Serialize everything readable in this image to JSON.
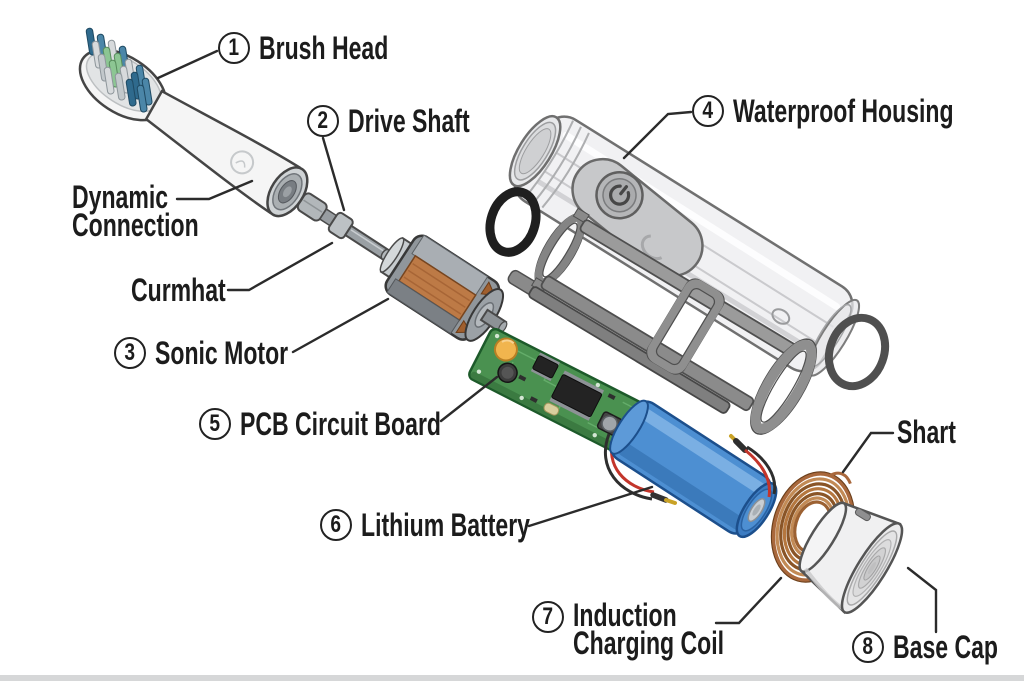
{
  "labels": {
    "brush_head": {
      "num": "1",
      "text": "Brush Head"
    },
    "drive_shaft": {
      "num": "2",
      "text": "Drive Shaft"
    },
    "sonic_motor": {
      "num": "3",
      "text": "Sonic Motor"
    },
    "waterproof_housing": {
      "num": "4",
      "text": "Waterproof Housing"
    },
    "pcb": {
      "num": "5",
      "text": "PCB Circuit Board"
    },
    "lithium_battery": {
      "num": "6",
      "text": "Lithium Battery"
    },
    "induction_coil": {
      "num": "7",
      "line1": "Induction",
      "line2": "Charging Coil"
    },
    "base_cap": {
      "num": "8",
      "text": "Base Cap"
    },
    "dynamic_connection": {
      "line1": "Dynamic",
      "line2": "Connection"
    },
    "curmhat": {
      "text": "Curmhat"
    },
    "shart": {
      "text": "Shart"
    }
  },
  "part_colors": {
    "bristle_blue": "#4b86a8",
    "bristle_dark_blue": "#2f6a8d",
    "bristle_green": "#8cc693",
    "motor_copper": "#bd7a46",
    "pcb_green": "#4a9150",
    "battery_blue": "#4d8fd2",
    "coil_copper": "#a9683c",
    "wire_red": "#c3352b",
    "o_ring_black": "#1f1f1f",
    "leader_line": "#2b2b2b"
  }
}
